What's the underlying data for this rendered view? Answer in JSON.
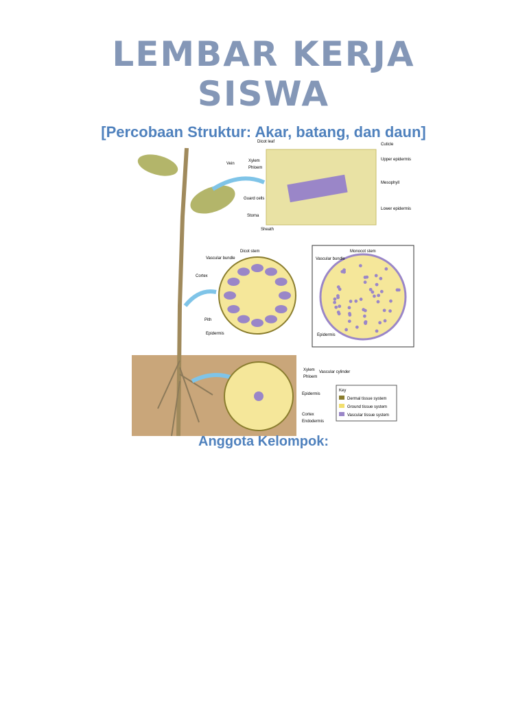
{
  "title": {
    "line1": "LEMBAR KERJA",
    "line2": "SISWA"
  },
  "subtitle": "[Percobaan Struktur: Akar, batang, dan daun]",
  "members_label": "Anggota Kelompok:",
  "figure": {
    "leaf": {
      "heading": "Dicot leaf",
      "labels": {
        "cuticle": "Cuticle",
        "upper_epidermis": "Upper epidermis",
        "mesophyll": "Mesophyll",
        "lower_epidermis": "Lower epidermis",
        "vein": "Vein",
        "xylem": "Xylem",
        "phloem": "Phloem",
        "guard_cells": "Guard cells",
        "stoma": "Stoma",
        "sheath": "Sheath"
      }
    },
    "dicot_stem": {
      "heading": "Dicot stem",
      "labels": {
        "vascular_bundle": "Vascular bundle",
        "cortex": "Cortex",
        "pith": "Pith",
        "epidermis": "Epidermis"
      }
    },
    "monocot_stem": {
      "heading": "Monocot stem",
      "labels": {
        "vascular_bundle": "Vascular bundle",
        "epidermis": "Epidermis"
      }
    },
    "root": {
      "labels": {
        "xylem": "Xylem",
        "phloem": "Phloem",
        "vascular_cylinder": "Vascular cylinder",
        "epidermis": "Epidermis",
        "cortex": "Cortex",
        "endodermis": "Endodermis"
      }
    },
    "key": {
      "heading": "Key",
      "items": [
        {
          "label": "Dermal tissue system",
          "color": "#8a7d2e"
        },
        {
          "label": "Ground tissue system",
          "color": "#f2df6e"
        },
        {
          "label": "Vascular tissue system",
          "color": "#9a86c8"
        }
      ]
    },
    "colors": {
      "title": "#8497b7",
      "subtitle": "#4f81bd",
      "soil": "#c9a67a",
      "ground_tissue": "#f5e79a",
      "vascular": "#9a86c8",
      "label_box": "#8a7d2e",
      "arrow": "#7fc4e8"
    }
  }
}
